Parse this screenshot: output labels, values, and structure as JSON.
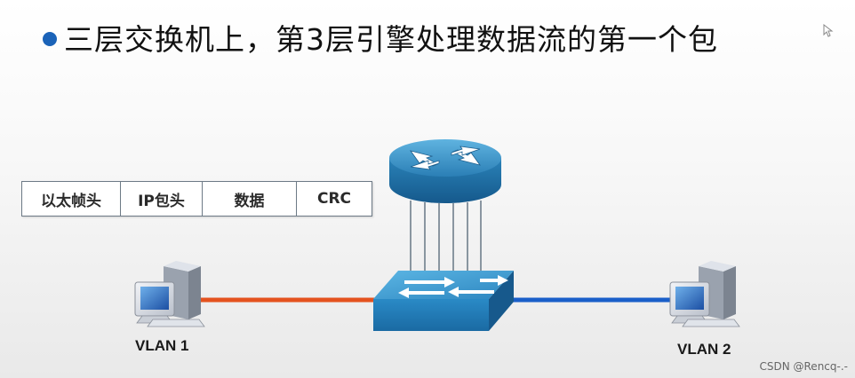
{
  "title": "三层交换机上，第3层引擎处理数据流的第一个包",
  "packet": {
    "fields": [
      "以太帧头",
      "IP包头",
      "数据",
      "CRC"
    ]
  },
  "hosts": {
    "left_label": "VLAN 1",
    "right_label": "VLAN 2"
  },
  "watermark": "CSDN @Rencq-.-",
  "colors": {
    "bullet": "#1b63b8",
    "vlan1_link": "#e4521f",
    "vlan2_link": "#1a5fc9",
    "device_blue": "#2f8bc0"
  },
  "icons": [
    "router-icon",
    "switch-icon",
    "computer-icon",
    "cursor-icon"
  ]
}
